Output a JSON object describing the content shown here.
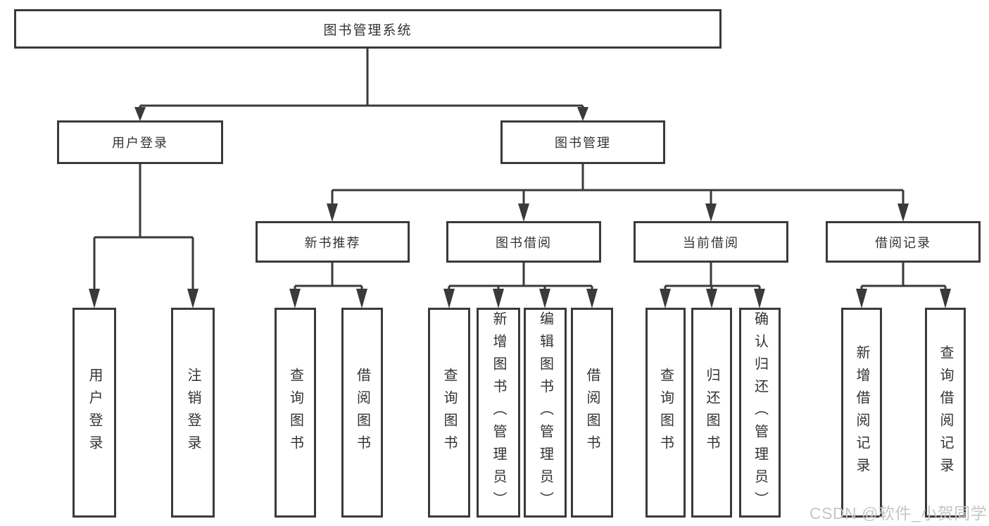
{
  "tree": {
    "label": "图书管理系统",
    "children": [
      {
        "label": "用户登录",
        "children": [
          {
            "label": "用户登录"
          },
          {
            "label": "注销登录"
          }
        ]
      },
      {
        "label": "图书管理",
        "children": [
          {
            "label": "新书推荐",
            "children": [
              {
                "label": "查询图书"
              },
              {
                "label": "借阅图书"
              }
            ]
          },
          {
            "label": "图书借阅",
            "children": [
              {
                "label": "查询图书"
              },
              {
                "label": "新增图书（管理员）"
              },
              {
                "label": "编辑图书（管理员）"
              },
              {
                "label": "借阅图书"
              }
            ]
          },
          {
            "label": "当前借阅",
            "children": [
              {
                "label": "查询图书"
              },
              {
                "label": "归还图书"
              },
              {
                "label": "确认归还（管理员）"
              }
            ]
          },
          {
            "label": "借阅记录",
            "children": [
              {
                "label": "新增借阅记录"
              },
              {
                "label": "查询借阅记录"
              }
            ]
          }
        ]
      }
    ]
  },
  "watermark": {
    "text": "CSDN @软件_小贺同学"
  },
  "colors": {
    "line": "#3a3a3a",
    "box_border": "#3a3a3a",
    "box_fill": "#ffffff",
    "text": "#333333",
    "watermark": "#c6c6c6",
    "background": "#ffffff"
  }
}
